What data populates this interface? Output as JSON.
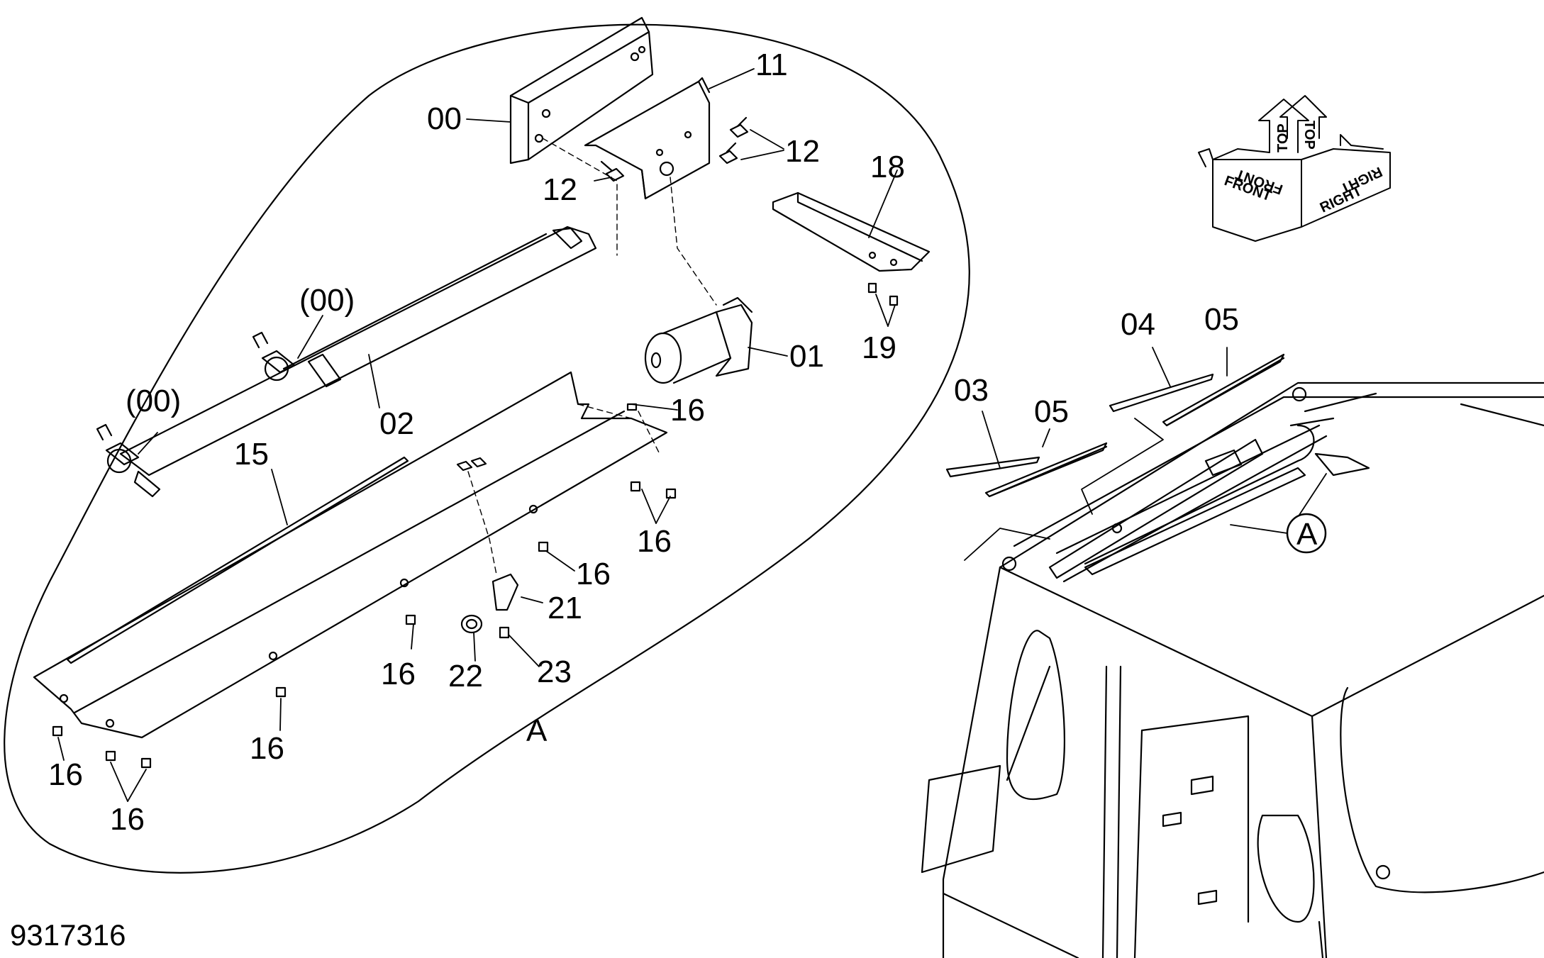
{
  "figure_id": "9317316",
  "callouts": {
    "c00": "00",
    "c11": "11",
    "c12a": "12",
    "c12b": "12",
    "c18": "18",
    "c00p_upper": "(00)",
    "c00p_lower": "(00)",
    "c01": "01",
    "c02": "02",
    "c19": "19",
    "c15": "15",
    "c16_a": "16",
    "c16_b": "16",
    "c16_c": "16",
    "c16_d": "16",
    "c16_e": "16",
    "c16_f": "16",
    "c16_g": "16",
    "c21": "21",
    "c22": "22",
    "c23": "23",
    "detail_A": "A",
    "c03": "03",
    "c04": "04",
    "c05_left": "05",
    "c05_right": "05",
    "ref_A": "A"
  },
  "orientation": {
    "top": "TOP",
    "top_back": "TOP",
    "front": "FRONT",
    "front_back": "FRONT",
    "right": "RIGHT",
    "right_back": "RIGHT"
  }
}
